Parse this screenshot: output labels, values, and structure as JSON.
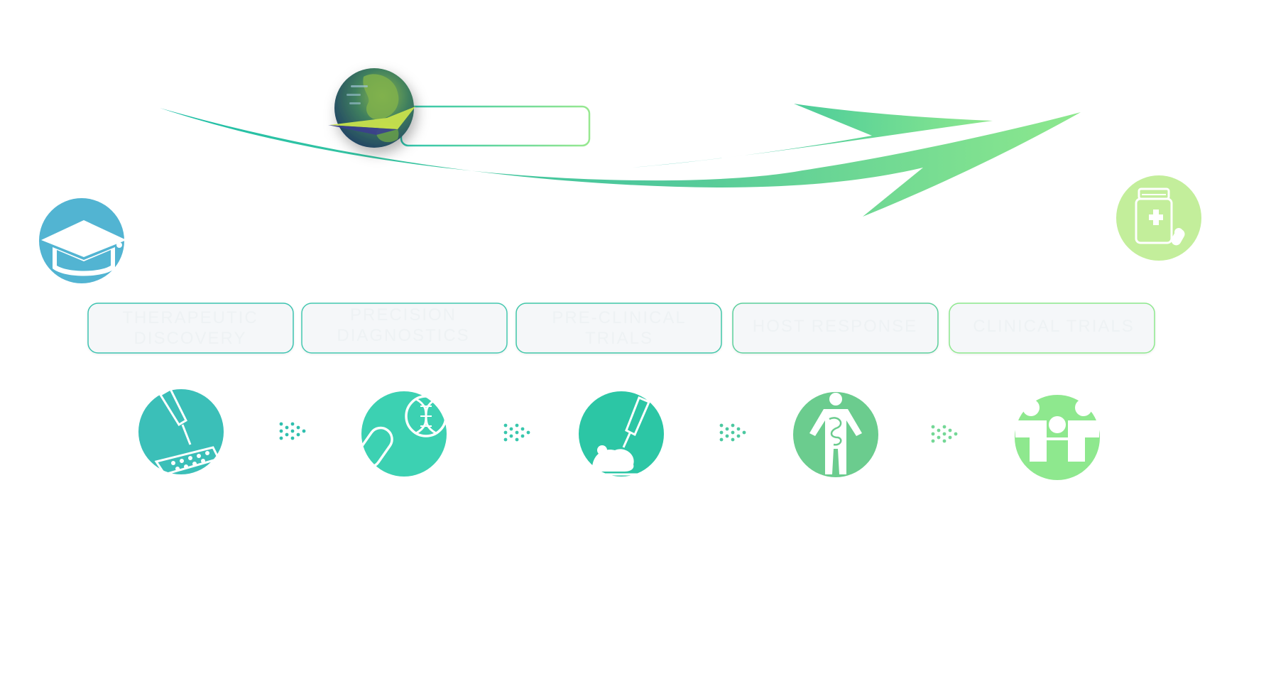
{
  "stages": [
    {
      "id": "therapeutic-discovery",
      "lines": [
        "THERAPEUTIC",
        "DISCOVERY"
      ],
      "icon": "pipette-well-plate-icon"
    },
    {
      "id": "precision-diagnostics",
      "lines": [
        "PRECISION",
        "DIAGNOSTICS"
      ],
      "icon": "capsule-dna-icon"
    },
    {
      "id": "pre-clinical-trials",
      "lines": [
        "PRE-CLINICAL",
        "TRIALS"
      ],
      "icon": "syringe-mouse-icon"
    },
    {
      "id": "host-response",
      "lines": [
        "HOST RESPONSE"
      ],
      "icon": "human-body-organs-icon"
    },
    {
      "id": "clinical-trials",
      "lines": [
        "CLINICAL TRIALS"
      ],
      "icon": "patient-group-icon"
    }
  ],
  "header_icons": {
    "start": "graduation-cap-icon",
    "globe": "globe-icon",
    "end": "medicine-bottle-icon"
  },
  "colors": {
    "start_teal": "#1fbfa7",
    "end_green": "#8de88d",
    "cap_blue": "#52b4d2",
    "bottle_green": "#c3ee9b",
    "box_fill": "#f5f7f9"
  }
}
